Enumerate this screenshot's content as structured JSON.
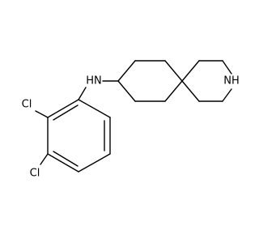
{
  "molecule": {
    "atoms": {
      "nh_left": "HN",
      "nh_right": "NH",
      "cl_top": "Cl",
      "cl_bottom": "Cl"
    }
  }
}
